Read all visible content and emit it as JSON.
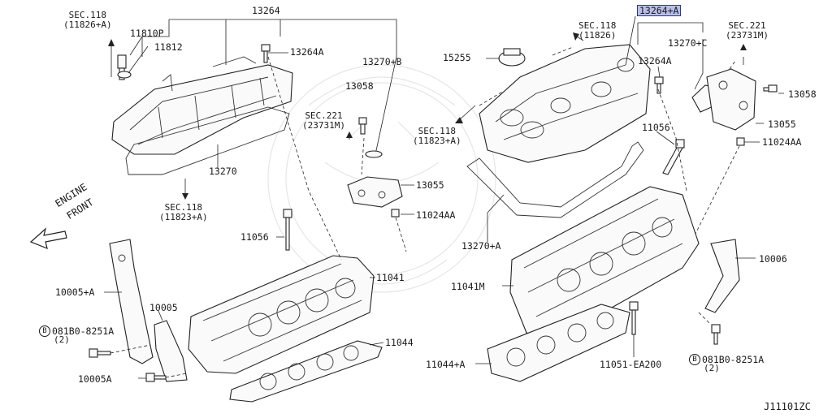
{
  "diagram_id": "J11101ZC",
  "orientation": {
    "line1": "ENGINE",
    "line2": "FRONT"
  },
  "highlighted_part": "13264+A",
  "colors": {
    "highlight_fill": "#b8bfe6",
    "highlight_border": "#2b3a8c",
    "ink": "#1a1a1a"
  },
  "labels": {
    "p13264": "13264",
    "p13264a_left": "13264A",
    "p11810p": "11810P",
    "p11812": "11812",
    "p13270b": "13270+B",
    "p13058_left": "13058",
    "p13270": "13270",
    "p13055_left": "13055",
    "p11024aa_left": "11024AA",
    "p11056_left": "11056",
    "p11041": "11041",
    "p10005a": "10005+A",
    "p10005": "10005",
    "p10005a_bolt": "10005A",
    "p11044": "11044",
    "p13264a_plus": "13264+A",
    "p13270c": "13270+C",
    "p15255": "15255",
    "p13264a_right": "13264A",
    "p13058_right": "13058",
    "p11056_right": "11056",
    "p13055_right": "13055",
    "p11024aa_right": "11024AA",
    "p13270a": "13270+A",
    "p10006": "10006",
    "p11041m": "11041M",
    "p11044a": "11044+A",
    "p11051": "11051-EA200"
  },
  "bolt_codes": {
    "left": {
      "circle": "B",
      "code": "081B0-8251A",
      "qty": "(2)"
    },
    "right": {
      "circle": "B",
      "code": "081B0-8251A",
      "qty": "(2)"
    }
  },
  "section_refs": {
    "sec118_tl": {
      "line1": "SEC.118",
      "line2": "(11826+A)"
    },
    "sec118_bl": {
      "line1": "SEC.118",
      "line2": "(11823+A)"
    },
    "sec221_mid": {
      "line1": "SEC.221",
      "line2": "(23731M)"
    },
    "sec118_tr": {
      "line1": "SEC.118",
      "line2": "(11826)"
    },
    "sec118_mr": {
      "line1": "SEC.118",
      "line2": "(11823+A)"
    },
    "sec221_right": {
      "line1": "SEC.221",
      "line2": "(23731M)"
    }
  }
}
